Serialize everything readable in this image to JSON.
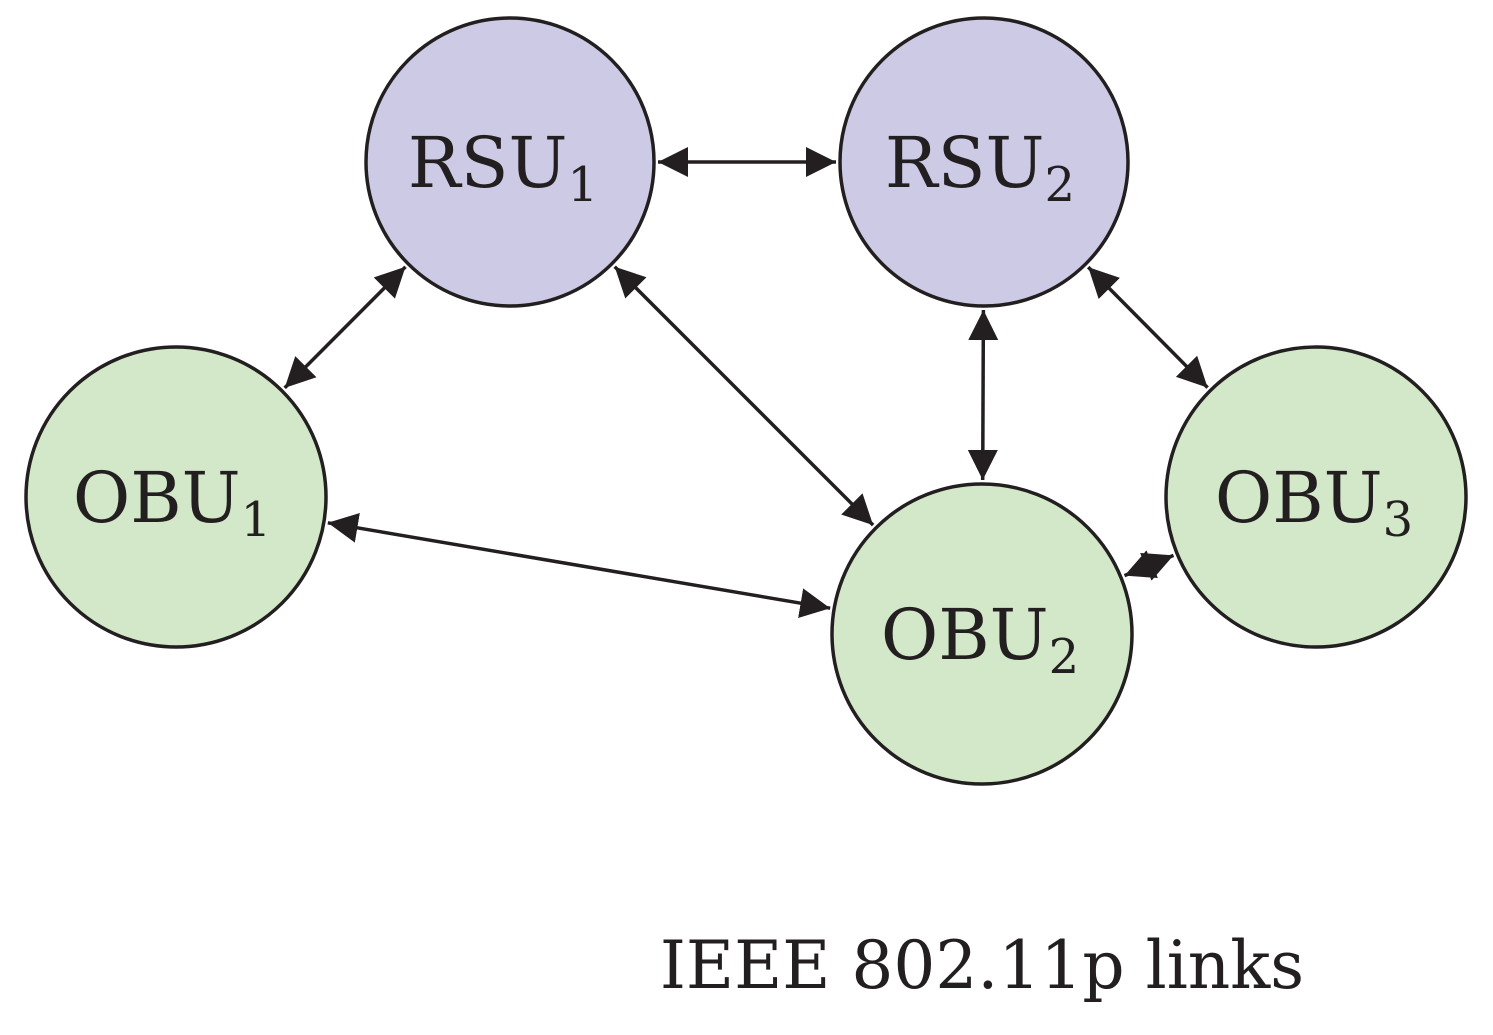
{
  "nodes": {
    "rsu1": {
      "label": "RSU",
      "sub": "1",
      "kind": "rsu"
    },
    "rsu2": {
      "label": "RSU",
      "sub": "2",
      "kind": "rsu"
    },
    "obu1": {
      "label": "OBU",
      "sub": "1",
      "kind": "obu"
    },
    "obu2": {
      "label": "OBU",
      "sub": "2",
      "kind": "obu"
    },
    "obu3": {
      "label": "OBU",
      "sub": "3",
      "kind": "obu"
    }
  },
  "links": [
    {
      "from": "rsu1",
      "to": "rsu2",
      "bidirectional": true
    },
    {
      "from": "rsu1",
      "to": "obu1",
      "bidirectional": true
    },
    {
      "from": "rsu1",
      "to": "obu2",
      "bidirectional": true
    },
    {
      "from": "rsu2",
      "to": "obu2",
      "bidirectional": true
    },
    {
      "from": "rsu2",
      "to": "obu3",
      "bidirectional": true
    },
    {
      "from": "obu1",
      "to": "obu2",
      "bidirectional": true
    },
    {
      "from": "obu3",
      "to": "obu2",
      "bidirectional": true
    }
  ],
  "caption": "IEEE 802.11p links",
  "colors": {
    "rsu_fill": "#cdcae6",
    "obu_fill": "#d2e8c8",
    "stroke": "#231f20",
    "text": "#231f20"
  }
}
